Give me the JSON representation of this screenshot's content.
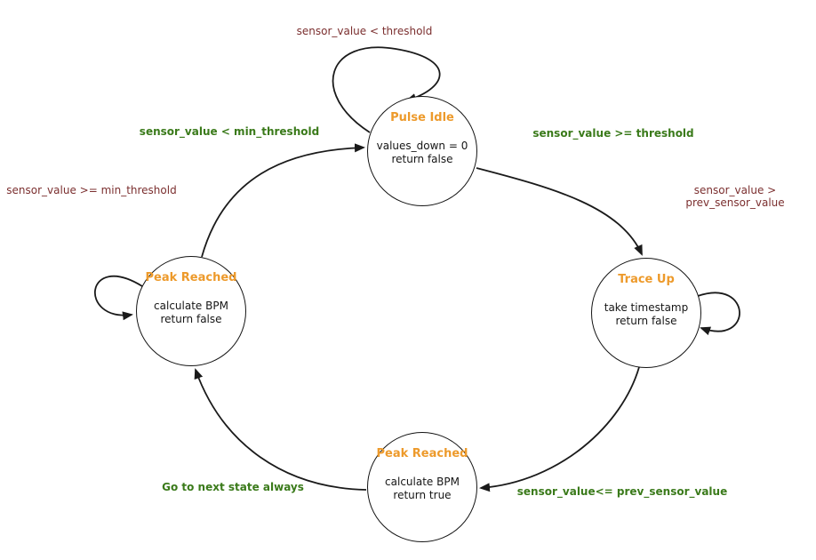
{
  "diagram": {
    "type": "state-machine",
    "states": {
      "pulse_idle": {
        "title": "Pulse Idle",
        "action1": "values_down = 0",
        "action2": "return false"
      },
      "trace_up": {
        "title": "Trace Up",
        "action1": "take timestamp",
        "action2": "return false"
      },
      "peak_reached_bottom": {
        "title": "Peak Reached",
        "action1": "calculate BPM",
        "action2": "return true"
      },
      "peak_reached_left": {
        "title": "Peak Reached",
        "action1": "calculate BPM",
        "action2": "return false"
      }
    },
    "transitions": {
      "idle_self": {
        "label": "sensor_value < threshold"
      },
      "idle_to_traceup": {
        "label": "sensor_value >= threshold"
      },
      "traceup_self": {
        "label_line1": "sensor_value >",
        "label_line2": "prev_sensor_value"
      },
      "traceup_to_peak": {
        "label": "sensor_value<= prev_sensor_value"
      },
      "peak_to_peakleft": {
        "label": "Go to next state always"
      },
      "peakleft_to_idle": {
        "label": "sensor_value < min_threshold"
      },
      "peakleft_self": {
        "label": "sensor_value >= min_threshold"
      }
    },
    "colors": {
      "state_title": "#ED9A2B",
      "green_label": "#3A7A1A",
      "maroon_label": "#7B2F2F",
      "line": "#1a1a1a"
    }
  }
}
